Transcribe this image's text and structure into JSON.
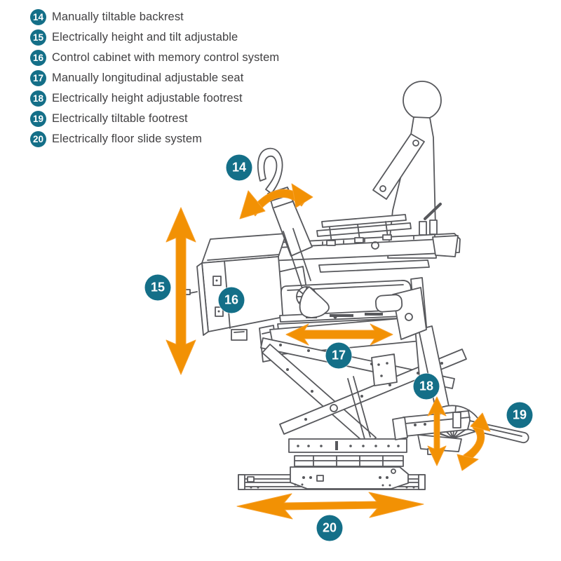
{
  "page": {
    "background": "#ffffff"
  },
  "colors": {
    "badge_teal": "#146F88",
    "arrow_orange": "#F29104",
    "line_gray": "#57585C",
    "text_gray": "#414042"
  },
  "legend": {
    "items": [
      {
        "number": "14",
        "label": "Manually tiltable backrest"
      },
      {
        "number": "15",
        "label": "Electrically height and tilt adjustable"
      },
      {
        "number": "16",
        "label": "Control cabinet with memory control system"
      },
      {
        "number": "17",
        "label": "Manually longitudinal adjustable seat"
      },
      {
        "number": "18",
        "label": "Electrically height adjustable footrest"
      },
      {
        "number": "19",
        "label": "Electrically tiltable footrest"
      },
      {
        "number": "20",
        "label": "Electrically floor slide system"
      }
    ]
  },
  "diagram": {
    "callouts": [
      {
        "number": "14"
      },
      {
        "number": "15"
      },
      {
        "number": "16"
      },
      {
        "number": "17"
      },
      {
        "number": "18"
      },
      {
        "number": "19"
      },
      {
        "number": "20"
      }
    ]
  }
}
